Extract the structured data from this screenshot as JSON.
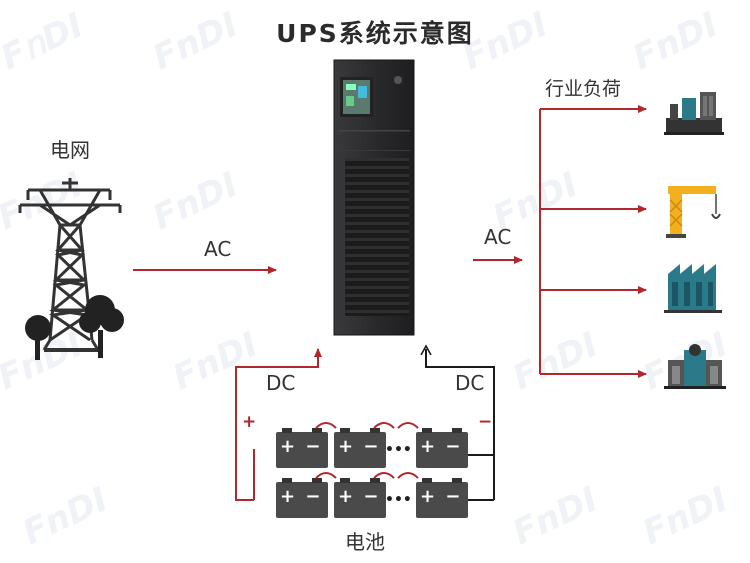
{
  "title": "UPS系统示意图",
  "grid_label": "电网",
  "ac_in_label": "AC",
  "ac_out_label": "AC",
  "dc_left_label": "DC",
  "dc_right_label": "DC",
  "loads_label": "行业负荷",
  "battery_label": "电池",
  "plus_sign": "+",
  "minus_sign": "−",
  "battery_terminals": "+ −",
  "ellipsis": "•••",
  "watermark": "FNDI",
  "colors": {
    "arrow_red": "#b3262b",
    "line_black": "#1a1a1a",
    "ups_body": "#2a2a2c",
    "battery_body": "#4a4a4a",
    "load_teal": "#2b7a8a",
    "crane_yellow": "#f2b01e"
  }
}
